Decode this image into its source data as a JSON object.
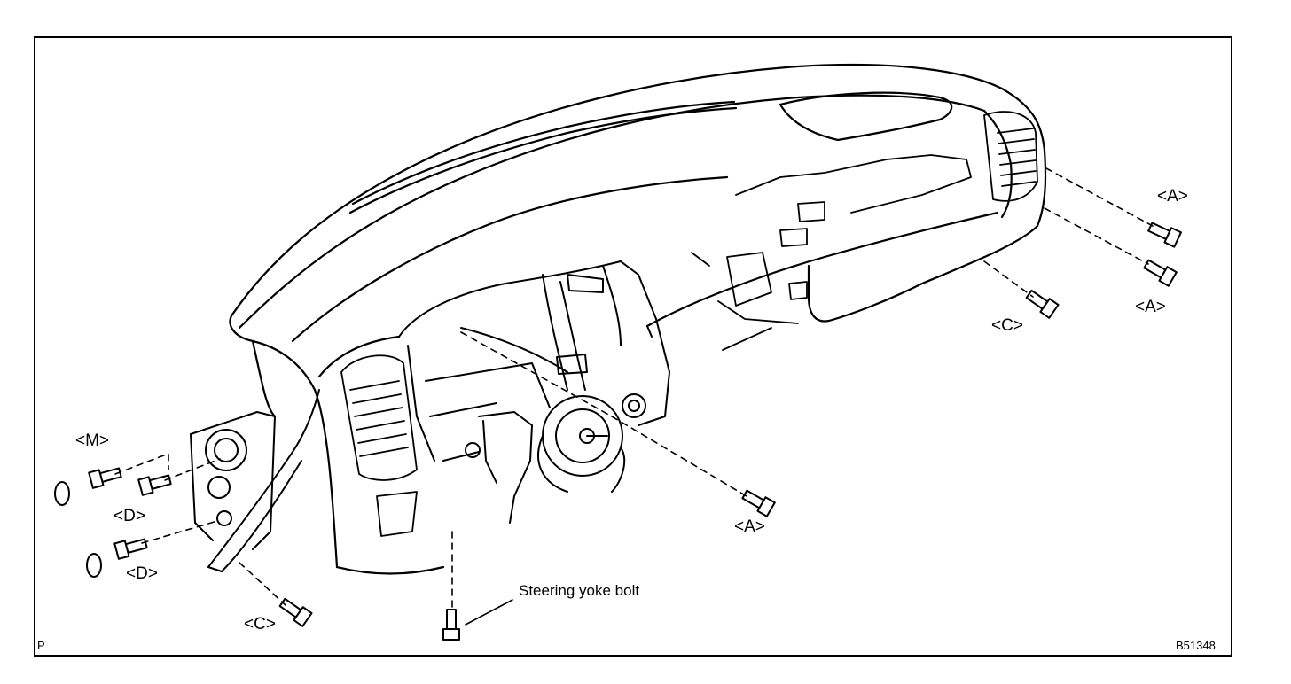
{
  "labels": {
    "A_top": "<A>",
    "A_mid": "<A>",
    "A_bottom": "<A>",
    "C_right": "<C>",
    "C_left": "<C>",
    "M": "<M>",
    "D_upper": "<D>",
    "D_lower": "<D>",
    "steering_yoke_bolt": "Steering yoke bolt"
  },
  "corner": {
    "left": "P",
    "right": "B51348"
  }
}
